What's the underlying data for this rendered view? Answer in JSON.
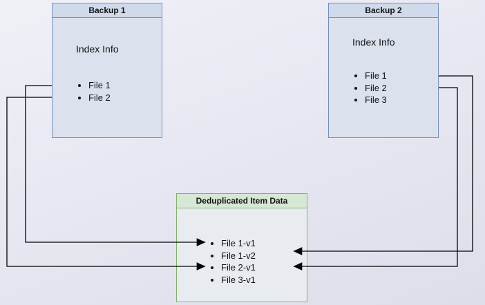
{
  "diagram": {
    "backup1": {
      "title": "Backup 1",
      "subtitle": "Index Info",
      "files": [
        "File 1",
        "File 2"
      ]
    },
    "backup2": {
      "title": "Backup 2",
      "subtitle": "Index Info",
      "files": [
        "File 1",
        "File 2",
        "File 3"
      ]
    },
    "dedup": {
      "title": "Deduplicated Item Data",
      "items": [
        "File 1-v1",
        "File 1-v2",
        "File 2-v1",
        "File 3-v1"
      ]
    },
    "connections": [
      {
        "from": "Backup 1 / File 1",
        "to": "File 1-v1"
      },
      {
        "from": "Backup 1 / File 2",
        "to": "File 2-v1"
      },
      {
        "from": "Backup 2 / File 1",
        "to": "File 1-v2"
      },
      {
        "from": "Backup 2 / File 2",
        "to": "File 2-v1"
      }
    ],
    "colors": {
      "backup_border": "#7191bd",
      "backup_fill": "#dbe1ed",
      "backup_header_fill": "#cfdaeb",
      "dedup_border": "#82b366",
      "dedup_header_fill": "#d5e8d4",
      "dedup_fill": "#e8ebf0",
      "arrow": "#000000"
    }
  }
}
